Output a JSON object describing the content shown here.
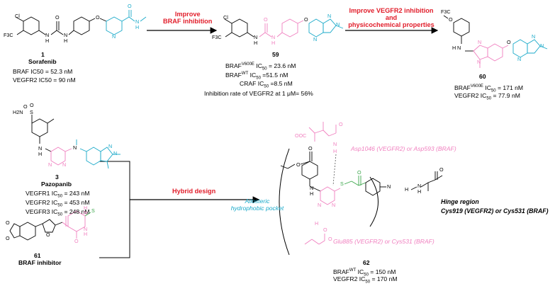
{
  "colors": {
    "arrow_text": "#e11d2a",
    "hinge_fragment": "#19a9c9",
    "pink_fragment": "#f07fbf",
    "thio_fragment": "#3aa64a",
    "structure_line": "#000000"
  },
  "arrows": {
    "improve_braf": [
      "Improve",
      "BRAF inhibition"
    ],
    "improve_vegfr2": [
      "Improve VEGFR2 inhibition",
      "and",
      "physicochemical properties"
    ],
    "hybrid": "Hybrid design"
  },
  "compounds": {
    "sorafenib": {
      "number": "1",
      "name": "Sorafenib",
      "activities": [
        "BRAF IC50 = 52.3 nM",
        "VEGFR2 IC50 = 90 nM"
      ],
      "atoms": [
        "Cl",
        "F3C",
        "N",
        "H",
        "O",
        "N",
        "H",
        "O",
        "N",
        "O",
        "N",
        "H"
      ]
    },
    "c59": {
      "number": "59",
      "activities": [
        "BRAFV600E IC50 = 23.6 nM",
        "BRAFWT IC50 =51.5 nM",
        "CRAF IC50 =8.5 nM",
        "Inhibition rate of VEGFR2 at 1 μM= 56%"
      ],
      "atoms": [
        "Cl",
        "F3C",
        "N",
        "H",
        "O",
        "N",
        "H",
        "O",
        "N",
        "N",
        "N"
      ]
    },
    "c60": {
      "number": "60",
      "activities": [
        "BRAFV600E IC50 = 171 nM",
        "VEGFR2 IC50 = 77.9 nM"
      ],
      "atoms": [
        "F3C",
        "O",
        "N",
        "H",
        "N",
        "N",
        "O",
        "N",
        "N",
        "N"
      ]
    },
    "pazopanib": {
      "number": "3",
      "name": "Pazopanib",
      "activities": [
        "VEGFR1 IC50 = 243 nM",
        "VEGFR2 IC50 = 453 nM",
        "VEGFR3 IC50 = 248 nM"
      ],
      "atoms": [
        "O",
        "S",
        "O",
        "H2N",
        "N",
        "H",
        "N",
        "N",
        "N",
        "N",
        "N"
      ]
    },
    "c61": {
      "number": "61",
      "name": "BRAF inhibitor",
      "atoms": [
        "O",
        "O",
        "O",
        "H",
        "N",
        "S",
        "N",
        "H",
        "O"
      ]
    },
    "c62": {
      "number": "62",
      "activities": [
        "BRAFWT IC50 = 150 nM",
        "VEGFR2 IC50 = 170 nM"
      ],
      "atoms": [
        "O",
        "O",
        "N",
        "H",
        "N",
        "N",
        "S",
        "O",
        "N"
      ]
    }
  },
  "binding": {
    "pocket": [
      "Allosteric",
      "hydrophobic pocket"
    ],
    "asp": "Asp1046 (VEGFR2) or Asp593 (BRAF)",
    "glu": "Glu885 (VEGFR2) or Cys531 (BRAF)",
    "hinge": [
      "Hinge region",
      "Cys919 (VEGFR2) or Cys531 (BRAF)"
    ],
    "ooc": "OOC",
    "pink_atoms": [
      "O",
      "N",
      "H",
      "H",
      "O",
      "O"
    ],
    "hinge_atoms": [
      "O",
      "N",
      "H",
      "H"
    ]
  }
}
